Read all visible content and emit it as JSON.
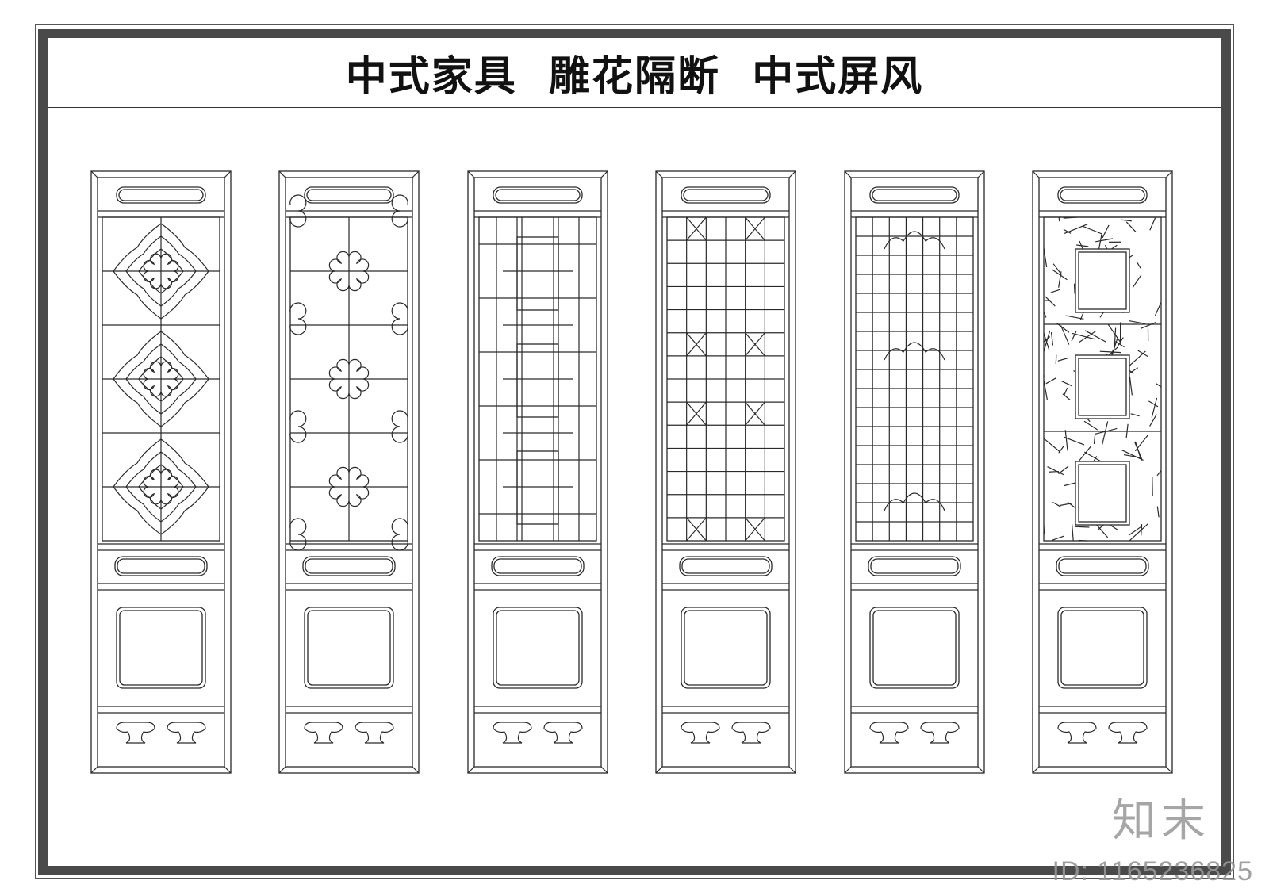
{
  "sheet": {
    "title": "中式家具  雕花隔断  中式屏风"
  },
  "panels": [
    {
      "name": "panel-1",
      "pattern": "cloud-diamond-lattice"
    },
    {
      "name": "panel-2",
      "pattern": "quatrefoil-grid"
    },
    {
      "name": "panel-3",
      "pattern": "interlocking-fret"
    },
    {
      "name": "panel-4",
      "pattern": "cross-x-grid"
    },
    {
      "name": "panel-5",
      "pattern": "grid-with-cloud-corners"
    },
    {
      "name": "panel-6",
      "pattern": "ice-crack-with-windows"
    }
  ],
  "watermark": {
    "brand": "知末",
    "id_label": "ID: 1165236825",
    "color": "#969696"
  },
  "colors": {
    "line": "#2a2a2a",
    "frame": "#4a4a4a",
    "background": "#ffffff"
  }
}
